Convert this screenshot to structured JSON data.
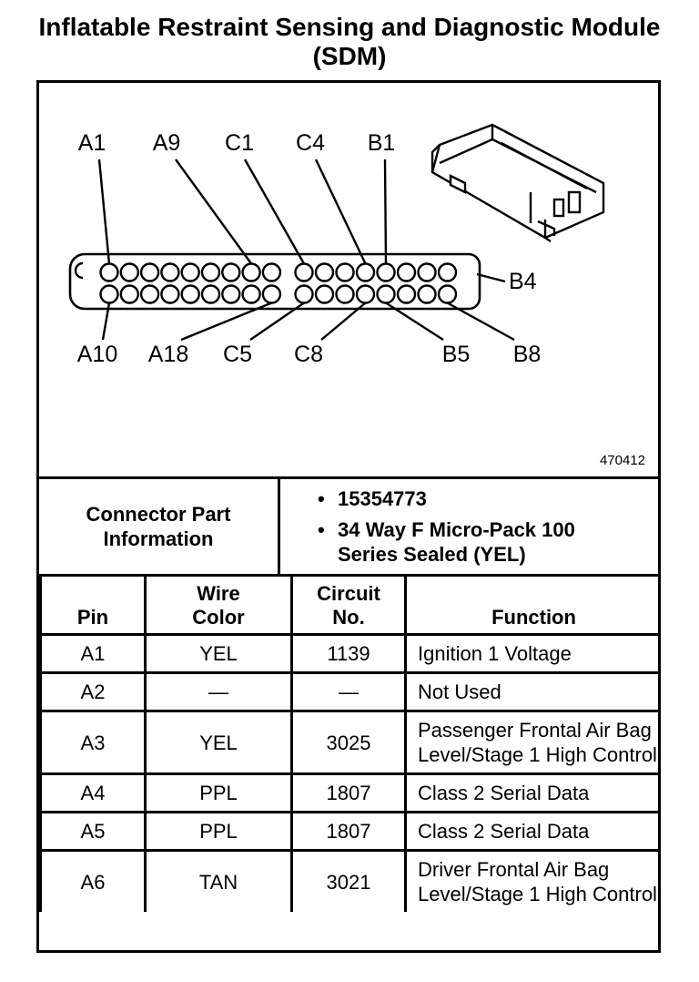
{
  "title": "Inflatable Restraint Sensing and Diagnostic Module (SDM)",
  "figure": {
    "number": "470412",
    "top_labels": [
      "A1",
      "A9",
      "C1",
      "C4",
      "B1"
    ],
    "bottom_labels": [
      "A10",
      "A18",
      "C5",
      "C8",
      "B5",
      "B8"
    ],
    "side_label": "B4"
  },
  "connector_info": {
    "heading": "Connector Part Information",
    "items": [
      "15354773",
      "34 Way F Micro-Pack 100 Series Sealed (YEL)"
    ]
  },
  "table": {
    "headers": {
      "pin": "Pin",
      "wire_color": "Wire Color",
      "circuit": "Circuit No.",
      "function": "Function"
    },
    "rows": [
      {
        "pin": "A1",
        "wire": "YEL",
        "circuit": "1139",
        "function": "Ignition 1 Voltage"
      },
      {
        "pin": "A2",
        "wire": "—",
        "circuit": "—",
        "function": "Not Used"
      },
      {
        "pin": "A3",
        "wire": "YEL",
        "circuit": "3025",
        "function": "Passenger Frontal Air Bag Level/Stage 1 High Control"
      },
      {
        "pin": "A4",
        "wire": "PPL",
        "circuit": "1807",
        "function": "Class 2 Serial Data"
      },
      {
        "pin": "A5",
        "wire": "PPL",
        "circuit": "1807",
        "function": "Class 2 Serial Data"
      },
      {
        "pin": "A6",
        "wire": "TAN",
        "circuit": "3021",
        "function": "Driver Frontal Air Bag Level/Stage 1 High Control"
      }
    ]
  }
}
